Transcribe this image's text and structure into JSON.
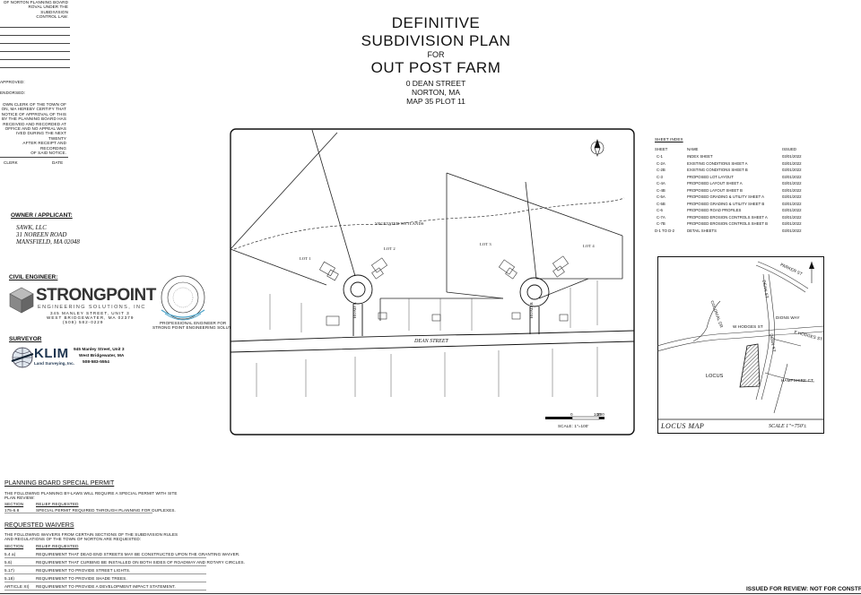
{
  "title": {
    "line1": "DEFINITIVE",
    "line2": "SUBDIVISION PLAN",
    "line3": "FOR",
    "line4": "OUT POST FARM",
    "address1": "0 DEAN STREET",
    "address2": "NORTON, MA",
    "address3": "MAP 35 PLOT 11"
  },
  "left_block": {
    "approval_lines": [
      "OF NORTON PLANNING BOARD",
      "ROVAL UNDER THE SUBDIVISION",
      "CONTROL LAW."
    ],
    "approved": "APPROVED:",
    "endorsed": "ENDORSED:",
    "clerk_text": [
      "OWN CLERK OF THE TOWN OF",
      "ON, MA HEREBY CERTIFY THAT",
      "NOTICE OF APPROVAL OF THIS",
      "BY THE PLANNING BOARD HAS",
      "RECEIVED AND RECORDED AT",
      "OFFICE AND NO APPEAL WAS",
      "IVED DURING THE NEXT TWENTY",
      "AFTER RECEIPT AND RECORDING",
      "OF SAID NOTICE."
    ],
    "clerk": "CLERK",
    "date": "DATE"
  },
  "owner": {
    "heading": "OWNER / APPLICANT:",
    "line1": "SAWK, LLC",
    "line2": "31 NOREEN ROAD",
    "line3": "MANSFIELD, MA 02048"
  },
  "civil": {
    "heading": "CIVIL ENGINEER:",
    "logo": "STRONGPOINT",
    "sub": "ENGINEERING SOLUTIONS, INC",
    "addr1": "345 MANLEY STREET, UNIT 3",
    "addr2": "WEST BRIDGEWATER, MA 02379",
    "phone": "(508) 582-0229",
    "stamp_caption1": "PROFESSIONAL ENGINEER FOR",
    "stamp_caption2": "STRONG POINT ENGINEERING SOLUTIONS, LLC"
  },
  "surveyor": {
    "heading": "SURVEYOR",
    "logo": "KLIM",
    "sub": "Land Surveying, Inc.",
    "addr1": "945 Manley Street, Unit 3",
    "addr2": "West Bridgewater, MA",
    "phone": "508-583-5554"
  },
  "sheet_index": {
    "heading": "SHEET INDEX",
    "col_sheet": "SHEET",
    "col_name": "NAME",
    "col_issued": "ISSUED",
    "rows": [
      {
        "sheet": "C-1",
        "name": "INDEX SHEET",
        "issued": "03/01/2022"
      },
      {
        "sheet": "C-2A",
        "name": "EXISTING CONDITIONS SHEET A",
        "issued": "03/01/2022"
      },
      {
        "sheet": "C-2B",
        "name": "EXISTING CONDITIONS SHEET B",
        "issued": "03/01/2022"
      },
      {
        "sheet": "C-3",
        "name": "PROPOSED LOT LAYOUT",
        "issued": "03/01/2022"
      },
      {
        "sheet": "C-4A",
        "name": "PROPOSED LAYOUT SHEET A",
        "issued": "03/01/2022"
      },
      {
        "sheet": "C-4B",
        "name": "PROPOSED LAYOUT SHEET B",
        "issued": "03/01/2022"
      },
      {
        "sheet": "C-5A",
        "name": "PROPOSED GRADING & UTILITY SHEET A",
        "issued": "03/01/2022"
      },
      {
        "sheet": "C-5B",
        "name": "PROPOSED GRADING & UTILITY SHEET B",
        "issued": "03/01/2022"
      },
      {
        "sheet": "C-6",
        "name": "PROPOSED ROAD PROFILES",
        "issued": "03/01/2022"
      },
      {
        "sheet": "C-7A",
        "name": "PROPOSED EROSION CONTROLS SHEET A",
        "issued": "03/01/2022"
      },
      {
        "sheet": "C-7B",
        "name": "PROPOSED EROSION CONTROLS SHEET B",
        "issued": "03/01/2022"
      },
      {
        "sheet": "D-1 TO D-2",
        "name": "DETAIL SHEETS",
        "issued": "03/01/2022"
      }
    ]
  },
  "plan": {
    "lots": [
      "LOT 1",
      "LOT 2",
      "LOT 3",
      "LOT 4"
    ],
    "wetlands": "VEGETATED WETLANDS",
    "street": "DEAN STREET",
    "road_a": "ROAD A",
    "road_b": "ROAD B",
    "scale_ticks": [
      "0",
      "100",
      "200"
    ],
    "scale_label": "SCALE: 1\"=100'"
  },
  "locus": {
    "title": "LOCUS MAP",
    "scale": "SCALE 1\"=750'±",
    "locus": "LOCUS",
    "streets": [
      "PARKER ST",
      "DEAN ST",
      "COLONIAL DR",
      "W HODGES ST",
      "DIONS WAY",
      "E HODGES ST",
      "DEAN ST",
      "HAMPSHIRE CT"
    ]
  },
  "special_permit": {
    "heading": "PLANNING BOARD SPECIAL PERMIT",
    "intro1": "THE FOLLOWING PLANNING BY-LAWS WILL REQUIRE A SPECIAL PERMIT WITH SITE",
    "intro2": "PLAN REVIEW:",
    "col_section": "SECTION",
    "col_relief": "RELIEF REQUESTED",
    "rows": [
      {
        "section": "175-6.8",
        "relief": "SPECIAL PERMIT REQUIRED THROUGH PLANNING FOR DUPLEXES."
      }
    ]
  },
  "waivers": {
    "heading": "REQUESTED WAIVERS",
    "intro1": "THE FOLLOWING WAIVERS FROM CERTAIN SECTIONS OF THE SUBDIVISION RULES",
    "intro2": "AND REGULATIONS OF THE TOWN OF NORTON ARE REQUESTED:",
    "col_section": "SECTION",
    "col_relief": "RELIEF REQUESTED",
    "rows": [
      {
        "section": "5.4 a)",
        "relief": "REQUIREMENT THAT DEAD END STREETS MAY BE CONSTRUCTED UPON THE GRANTING WAIVER."
      },
      {
        "section": "5.6)",
        "relief": "REQUIREMENT THAT CURBING BE INSTALLED ON BOTH SIDES OF ROADWAY AND ROTARY CIRCLES."
      },
      {
        "section": "5.17)",
        "relief": "REQUIREMENT TO PROVIDE STREET LIGHTS."
      },
      {
        "section": "5.18)",
        "relief": "REQUIREMENT TO PROVIDE SHADE TREES."
      },
      {
        "section": "ARTICLE XI)",
        "relief": "REQUIREMENT TO PROVIDE A DEVELOPMENT IMPACT STATEMENT."
      }
    ]
  },
  "footer": {
    "issued": "ISSUED FOR REVIEW: NOT FOR CONSTRUCTION"
  }
}
